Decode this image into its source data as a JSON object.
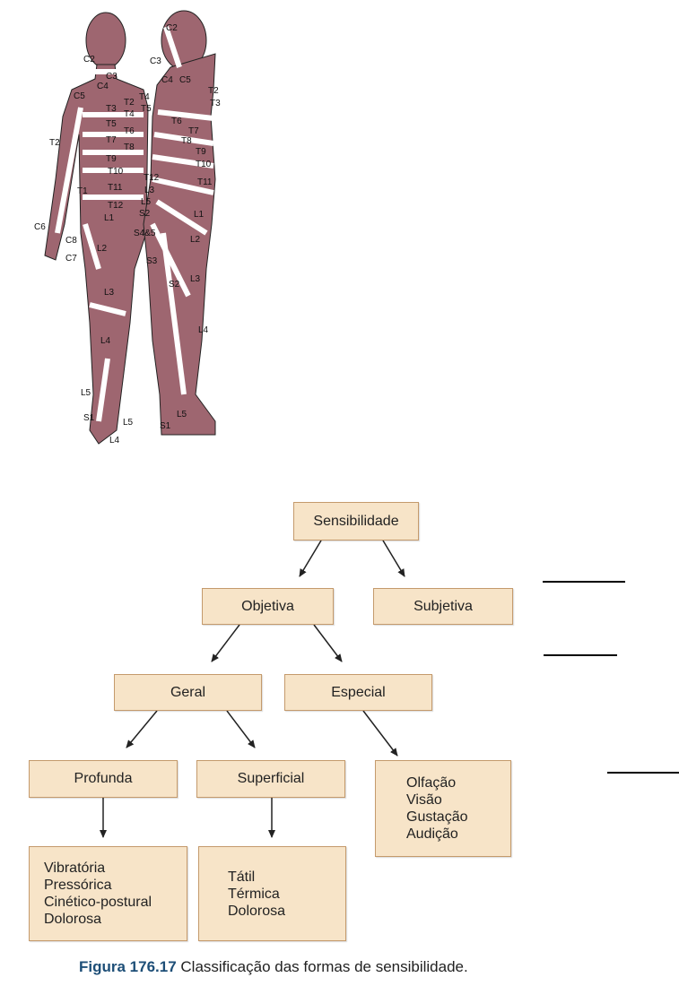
{
  "dermatome_figure": {
    "labels": [
      "C2",
      "C3",
      "C4",
      "C5",
      "T2",
      "T3",
      "T4",
      "T5",
      "T6",
      "T7",
      "T8",
      "T9",
      "T2",
      "T10",
      "T11",
      "T1",
      "T12",
      "L1",
      "C6",
      "C8",
      "C7",
      "L2",
      "L3",
      "L4",
      "L5",
      "S1",
      "L5",
      "L4",
      "C2",
      "C3",
      "C4",
      "C5",
      "T4",
      "T2",
      "T5",
      "T3",
      "T6",
      "T7",
      "T8",
      "T9",
      "T10",
      "T12",
      "T11",
      "L3",
      "L5",
      "S2",
      "L1",
      "S4&5",
      "L2",
      "S3",
      "S2",
      "L3",
      "L4",
      "L5",
      "S1"
    ]
  },
  "diagram": {
    "root": "Sensibilidade",
    "objetiva": "Objetiva",
    "subjetiva": "Subjetiva",
    "geral": "Geral",
    "especial": "Especial",
    "profunda": "Profunda",
    "superficial": "Superficial",
    "especial_items": [
      "Olfação",
      "Visão",
      "Gustação",
      "Audição"
    ],
    "profunda_items": [
      "Vibratória",
      "Pressórica",
      "Cinético-postural",
      "Dolorosa"
    ],
    "superficial_items": [
      "Tátil",
      "Térmica",
      "Dolorosa"
    ]
  },
  "caption": {
    "number": "Figura 176.17",
    "text": " Classificação das formas de sensibilidade."
  },
  "colors": {
    "box_fill": "#f7e4c8",
    "box_border": "#c49a6c",
    "dermatome": "#9e6670",
    "caption_accent": "#1d4e77"
  }
}
